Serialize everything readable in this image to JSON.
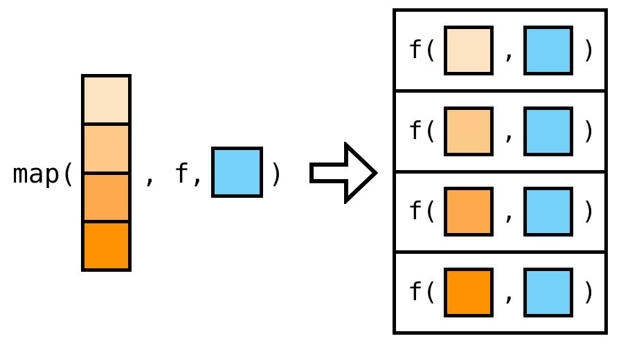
{
  "diagram": {
    "title": "map operation expansion",
    "colors": {
      "outline": "#000000",
      "background": "#ffffff",
      "blue": "#74d2f8",
      "orange_1": "#fce3c2",
      "orange_2": "#fcc989",
      "orange_3": "#fca94e",
      "orange_4": "#ff9200"
    }
  },
  "left_expression": {
    "function_name": "map(",
    "middle_text": ", f,",
    "close_paren": ")",
    "column": {
      "cells": [
        {
          "label": "cell-1",
          "color": "#fce3c2"
        },
        {
          "label": "cell-2",
          "color": "#fcc989"
        },
        {
          "label": "cell-3",
          "color": "#fca94e"
        },
        {
          "label": "cell-4",
          "color": "#ff9200"
        }
      ]
    },
    "extra_argument": {
      "label": "blue-square",
      "color": "#74d2f8"
    }
  },
  "arrow": {
    "name": "right-arrow",
    "direction": "right"
  },
  "result_panel": {
    "rows": [
      {
        "open_text": "f(",
        "comma_text": ",",
        "close_text": ")",
        "first_arg_color": "#fce3c2",
        "second_arg_color": "#74d2f8"
      },
      {
        "open_text": "f(",
        "comma_text": ",",
        "close_text": ")",
        "first_arg_color": "#fcc989",
        "second_arg_color": "#74d2f8"
      },
      {
        "open_text": "f(",
        "comma_text": ",",
        "close_text": ")",
        "first_arg_color": "#fca94e",
        "second_arg_color": "#74d2f8"
      },
      {
        "open_text": "f(",
        "comma_text": ",",
        "close_text": ")",
        "first_arg_color": "#ff9200",
        "second_arg_color": "#74d2f8"
      }
    ]
  }
}
